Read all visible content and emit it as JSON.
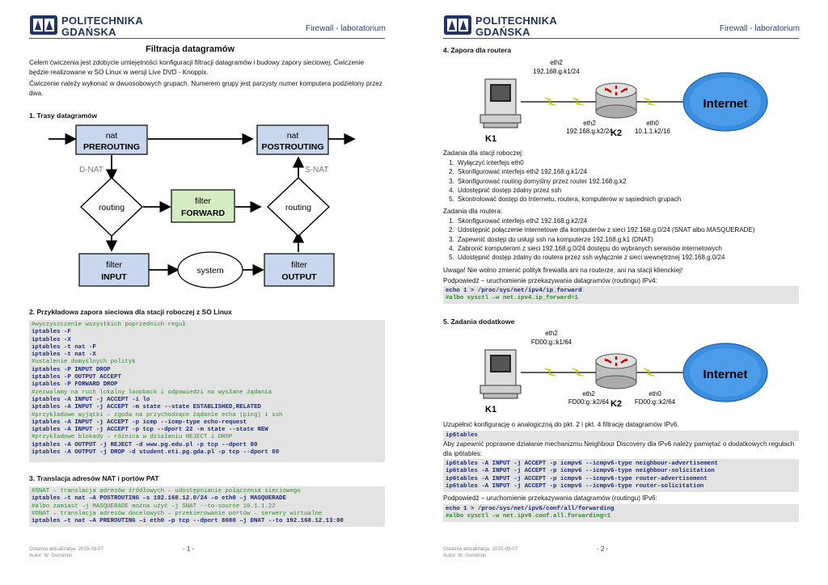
{
  "colors": {
    "brand": "#1f3563",
    "code_bg": "#e3e3e3",
    "code_cmd": "#1c2a7a",
    "code_comment": "#2e8b2e",
    "box_blue": "#c8d6ee",
    "box_green": "#d5ecc2",
    "internet": "#3a8ee0"
  },
  "header": {
    "logo_line1": "POLITECHNIKA",
    "logo_line2": "GDAŃSKA",
    "course": "Firewall - laboratorium"
  },
  "page1": {
    "title": "Filtracja datagramów",
    "intro1": "Celem ćwiczenia jest zdobycie umiejętności konfiguracji filtracji datagramów i budowy zapory sieciowej. Ćwiczenie będzie realizowane w SO Linux w wersji Live DVD - Knoppix.",
    "intro2": "Ćwiczenie należy wykonać w dwuosobowych grupach. Numerem grupy jest parzysty numer komputera podzielony przez dwa.",
    "s1_title": "1.  Trasy datagramów",
    "diagram": {
      "prerouting_top": "nat",
      "prerouting_bottom": "PREROUTING",
      "postrouting_top": "nat",
      "postrouting_bottom": "POSTROUTING",
      "dnat": "D-NAT",
      "snat": "S-NAT",
      "routing_left": "routing",
      "routing_right": "routing",
      "forward_top": "filter",
      "forward_bottom": "FORWARD",
      "input_top": "filter",
      "input_bottom": "INPUT",
      "system": "system",
      "output_top": "filter",
      "output_bottom": "OUTPUT"
    },
    "s2_title": "2.  Przykładowa zapora sieciowa dla stacji roboczej z SO Linux",
    "s2_code": [
      {
        "t": "#wyczyszczenie wszystkich poprzednich reguł",
        "k": "c"
      },
      {
        "t": "iptables -F",
        "k": "x"
      },
      {
        "t": "iptables -X",
        "k": "x"
      },
      {
        "t": "iptables -t nat -F",
        "k": "x"
      },
      {
        "t": "iptables -t nat -X",
        "k": "x"
      },
      {
        "t": "#ustalenie domyślnych polityk",
        "k": "c"
      },
      {
        "t": "iptables -P INPUT DROP",
        "k": "x"
      },
      {
        "t": "iptables -P OUTPUT ACCEPT",
        "k": "x"
      },
      {
        "t": "iptables -P FORWARD DROP",
        "k": "x"
      },
      {
        "t": "#zezwalamy na ruch lokalny loopback i odpowiedzi na wysłane żądania",
        "k": "c"
      },
      {
        "t": "iptables -A INPUT -j ACCEPT -i lo",
        "k": "x"
      },
      {
        "t": "iptables -A INPUT -j ACCEPT -m state --state ESTABLISHED,RELATED",
        "k": "x"
      },
      {
        "t": "#przykładowe wyjątki – zgoda na przychodzące żądanie echa (ping) i ssh",
        "k": "c"
      },
      {
        "t": "iptables -A INPUT -j ACCEPT -p icmp --icmp-type echo-request",
        "k": "x"
      },
      {
        "t": "iptables -A INPUT -j ACCEPT -p tcp --dport 22 -m state --state NEW",
        "k": "x"
      },
      {
        "t": "#przykładowe blokady – różnica w działaniu REJECT i DROP",
        "k": "c"
      },
      {
        "t": "iptables -A OUTPUT -j REJECT -d www.pg.edu.pl -p tcp --dport 80",
        "k": "x"
      },
      {
        "t": "iptables -A OUTPUT -j DROP -d student.eti.pg.gda.pl -p tcp --dport 80",
        "k": "x"
      }
    ],
    "s3_title": "3.  Translacja adresów NAT i portów PAT",
    "s3_code": [
      {
        "t": "#SNAT – translacja adresów źródłowych – udostępnianie połączenia sieciowego",
        "k": "c"
      },
      {
        "t": "iptables –t nat –A POSTROUTING –s 192.168.12.0/24 –o eth0 –j MASQUERADE",
        "k": "x"
      },
      {
        "t": "#albo zamiast –j MASQUERADE można użyć –j SNAT --to-source 10.1.1.22",
        "k": "c"
      },
      {
        "t": "#DNAT – translacja adresów docelowych – przekierowanie portów – serwery wirtualne",
        "k": "c"
      },
      {
        "t": "iptables –t nat –A PREROUTING –i eth0 –p tcp --dport 8080 –j DNAT --to 192.168.12.13:80",
        "k": "x"
      }
    ],
    "footer_date": "Ostatnia aktualizacja: 2015-03-07",
    "footer_author": "Autor: W. Gumiński",
    "page_number": "- 1 -"
  },
  "page2": {
    "s4_title": "4.  Zapora dla routera",
    "net1": {
      "k1_iface": "eth2",
      "k1_addr": "192.168.g.k1/24",
      "k2_iface": "eth2",
      "k2_addr": "192.168.g.k2/24",
      "eth0_iface": "eth0",
      "eth0_addr": "10.1.1.k2/16",
      "k1": "K1",
      "k2": "K2",
      "internet": "Internet"
    },
    "tasks_station_label": "Zadania dla stacji roboczej:",
    "tasks_station": [
      "Wyłączyć interfejs eth0",
      "Skonfigurować interfejs eth2 192.168.g.k1/24",
      "Skonfigurować routing domyślny przez router 192.168.g.k2",
      "Udostępnić dostęp zdalny przez ssh",
      "Skontrolować dostęp do Internetu, routera, komputerów w sąsiednich grupach"
    ],
    "tasks_router_label": "Zadania dla routera:",
    "tasks_router": [
      "Skonfigurować interfejs eth2 192.168.g.k2/24",
      "Udostępnić połączenie internetowe dla komputerów z sieci 192.168.g.0/24 (SNAT albo MASQUERADE)",
      "Zapewnić dostęp do usługi ssh na komputerze 192.168.g.k1 (DNAT)",
      "Zabronić komputerom z sieci 192.168.g.0/24 dostępu do wybranych serwisów internetowych",
      "Udostępnić dostęp zdalny do routera przez ssh wyłącznie z sieci wewnętrznej 192.168.g.0/24"
    ],
    "warning": "Uwaga! Nie wolno zmienić polityk firewalla ani na routerze, ani na stacji klienckiej!",
    "hint1": "Podpowiedź – uruchomienie przekazywania datagramów (routingu) IPv4:",
    "code_ipv4": [
      {
        "t": "echo 1 > /proc/sys/net/ipv4/ip_forward",
        "k": "x"
      },
      {
        "t": "#albo sysctl –w net.ipv4.ip_forward=1",
        "k": "m"
      }
    ],
    "s5_title": "5.  Zadania dodatkowe",
    "net2": {
      "k1_iface": "eth2",
      "k1_addr": "FD00:g::k1/64",
      "k2_iface": "eth2",
      "k2_addr": "FD00:g::k2/64",
      "eth0_iface": "eth0",
      "eth0_addr": "FD00:g::k2/64",
      "k1": "K1",
      "k2": "K2",
      "internet": "Internet"
    },
    "ipv6_text": "Uzupełnić konfigurację o analogiczną do pkt. 2 i pkt. 4 filtrację datagramów IPv6.",
    "code_ip6": [
      {
        "t": "ip6tables",
        "k": "x"
      }
    ],
    "nd_text": "Aby zapewnić poprawne działanie mechanizmu Neighbour Discovery dla IPv6 należy pamiętać o dodatkowych regułach dla ip6tables:",
    "code_nd": [
      {
        "t": "ip6tables -A INPUT -j ACCEPT -p icmpv6 --icmpv6-type neighbour-advertisement",
        "k": "x"
      },
      {
        "t": "ip6tables -A INPUT -j ACCEPT -p icmpv6 --icmpv6-type neighbour-solicitation",
        "k": "x"
      },
      {
        "t": "ip6tables -A INPUT -j ACCEPT -p icmpv6 --icmpv6-type router-advertisement",
        "k": "x"
      },
      {
        "t": "ip6tables -A INPUT -j ACCEPT -p icmpv6 --icmpv6-type router-solicitation",
        "k": "x"
      }
    ],
    "hint2": "Podpowiedź – uruchomienie przekazywania datagramów (routingu) IPv6:",
    "code_ipv6": [
      {
        "t": "echo 1 > /proc/sys/net/ipv6/conf/all/forwarding",
        "k": "x"
      },
      {
        "t": "#albo sysctl –w net.ipv6.conf.all.forwarding=1",
        "k": "m"
      }
    ],
    "footer_date": "Ostatnia aktualizacja: 2015-03-07",
    "footer_author": "Autor: W. Gumiński",
    "page_number": "- 2 -"
  }
}
